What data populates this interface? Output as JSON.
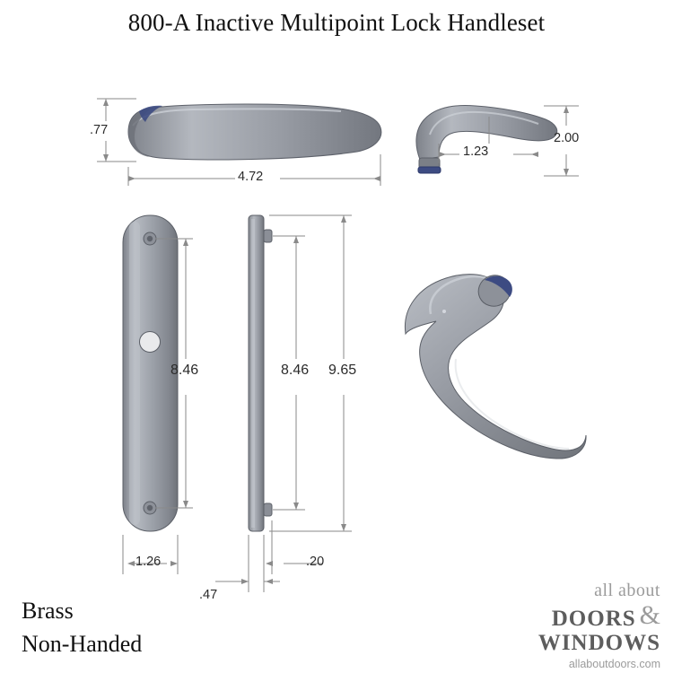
{
  "title": "800-A Inactive Multipoint Lock Handleset",
  "footer": {
    "line1": "Brass",
    "line2": "Non-Handed"
  },
  "logo": {
    "all": "all about",
    "doors": "DOORS",
    "amp": "&",
    "windows": "WINDOWS",
    "url": "allaboutdoors.com"
  },
  "dimensions": {
    "lever_height": ".77",
    "lever_length": "4.72",
    "lever_projection": "1.23",
    "lever_return": "2.00",
    "plate_hole_spacing": "8.46",
    "side_hole_spacing": "8.46",
    "plate_length": "9.65",
    "plate_width": "1.26",
    "plate_thickness": ".47",
    "side_thickness": ".20"
  },
  "views": {
    "lever_top": "lever-top-view",
    "lever_side": "lever-side-view",
    "plate_front": "backplate-front-view",
    "plate_edge": "backplate-edge-view",
    "lever_iso": "lever-isometric-view"
  }
}
